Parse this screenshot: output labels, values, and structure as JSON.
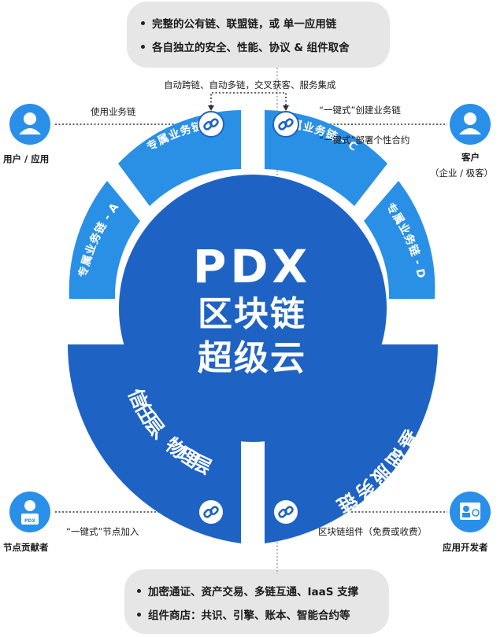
{
  "top_box": {
    "line1": "完整的公有链、联盟链，或 单一应用链",
    "line2": "各自独立的安全、性能、协议 & 组件取舍"
  },
  "bottom_box": {
    "line1": "加密通证、资产交易、多链互通、IaaS 支撑",
    "line2": "组件商店：共识、引擎、账本、智能合约等"
  },
  "center": {
    "line1": "PDX",
    "line2": "区块链",
    "line3": "超级云"
  },
  "segments": {
    "b": "专属业务链 - B",
    "c": "专属业务链 - C",
    "a": "专属业务链 - A",
    "d": "专属业务链 - D",
    "trust": "信任层、物理层",
    "infra": "基础服务链"
  },
  "labels": {
    "cross_chain": "自动跨链、自动多链，交叉获客、服务集成",
    "use_chain": "使用业务链",
    "user_app": "用户 / 应用",
    "create_chain": "“一键式”创建业务链",
    "deploy_contract": "“一键式”部署个性合约",
    "customer": "客户",
    "customer_sub": "（企业 / 极客）",
    "join_node": "“一键式”节点加入",
    "node_contributor": "节点贡献者",
    "components": "区块链组件（免费或收费）",
    "app_developer": "应用开发者"
  },
  "icons": {
    "user": "user-icon",
    "customer": "customer-icon",
    "node": "node-contributor-icon",
    "developer": "developer-icon",
    "link": "chain-link-icon"
  },
  "colors": {
    "primary": "#1e63c4",
    "light_blue": "#2a90e6",
    "icon_blue": "#2a8fe8",
    "box_gray": "#e6e6e6"
  }
}
